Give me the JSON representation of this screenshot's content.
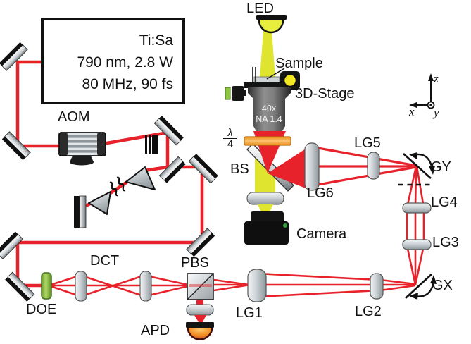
{
  "laser_box": {
    "title": "Ti:Sa",
    "spec_line1": "790 nm, 2.8 W",
    "spec_line2": "80 MHz, 90 fs"
  },
  "labels": {
    "led": "LED",
    "sample": "Sample",
    "stage": "3D-Stage",
    "aom": "AOM",
    "bs": "BS",
    "lg1": "LG1",
    "lg2": "LG2",
    "lg3": "LG3",
    "lg4": "LG4",
    "lg5": "LG5",
    "lg6": "LG6",
    "gx": "GX",
    "gy": "GY",
    "pbs": "PBS",
    "apd": "APD",
    "doe": "DOE",
    "dct": "DCT",
    "camera": "Camera",
    "waveplate_numerator": "λ",
    "waveplate_denominator": "4"
  },
  "objective": {
    "magnification": "40x",
    "numerical_aperture": "NA 1.4"
  },
  "axes": {
    "x": "x",
    "y": "y",
    "z": "z"
  },
  "colors": {
    "beam_red": "#e8222a",
    "beam_yellow": "#dfe42f",
    "waveplate_orange": "#f3921b",
    "doe_green": "#8cc63e",
    "apd_orange": "#f9a83a"
  }
}
